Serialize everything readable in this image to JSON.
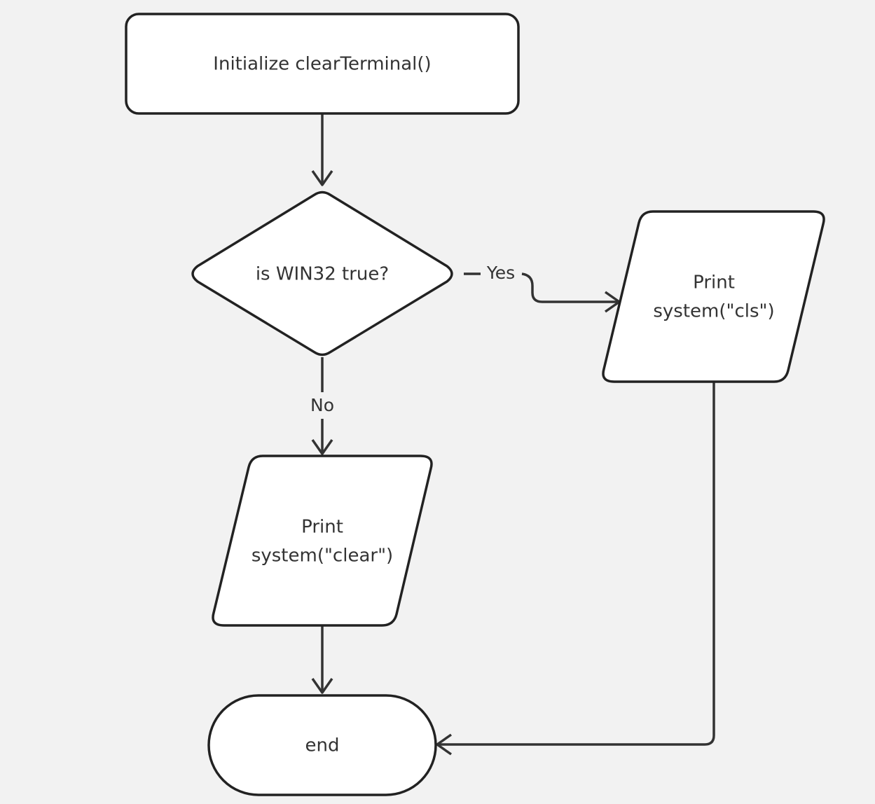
{
  "nodes": {
    "start": {
      "shape": "process",
      "label": "Initialize clearTerminal()"
    },
    "decision": {
      "shape": "decision",
      "label": "is WIN32 true?"
    },
    "print_cls": {
      "shape": "input-output",
      "lines": [
        "Print",
        "system(\"cls\")"
      ]
    },
    "print_clear": {
      "shape": "input-output",
      "lines": [
        "Print",
        "system(\"clear\")"
      ]
    },
    "end": {
      "shape": "terminator",
      "label": "end"
    }
  },
  "edges": {
    "yes_label": "Yes",
    "no_label": "No"
  },
  "colors": {
    "background": "#f2f2f2",
    "node_fill": "#ffffff",
    "stroke": "#222222",
    "text": "#333333"
  }
}
